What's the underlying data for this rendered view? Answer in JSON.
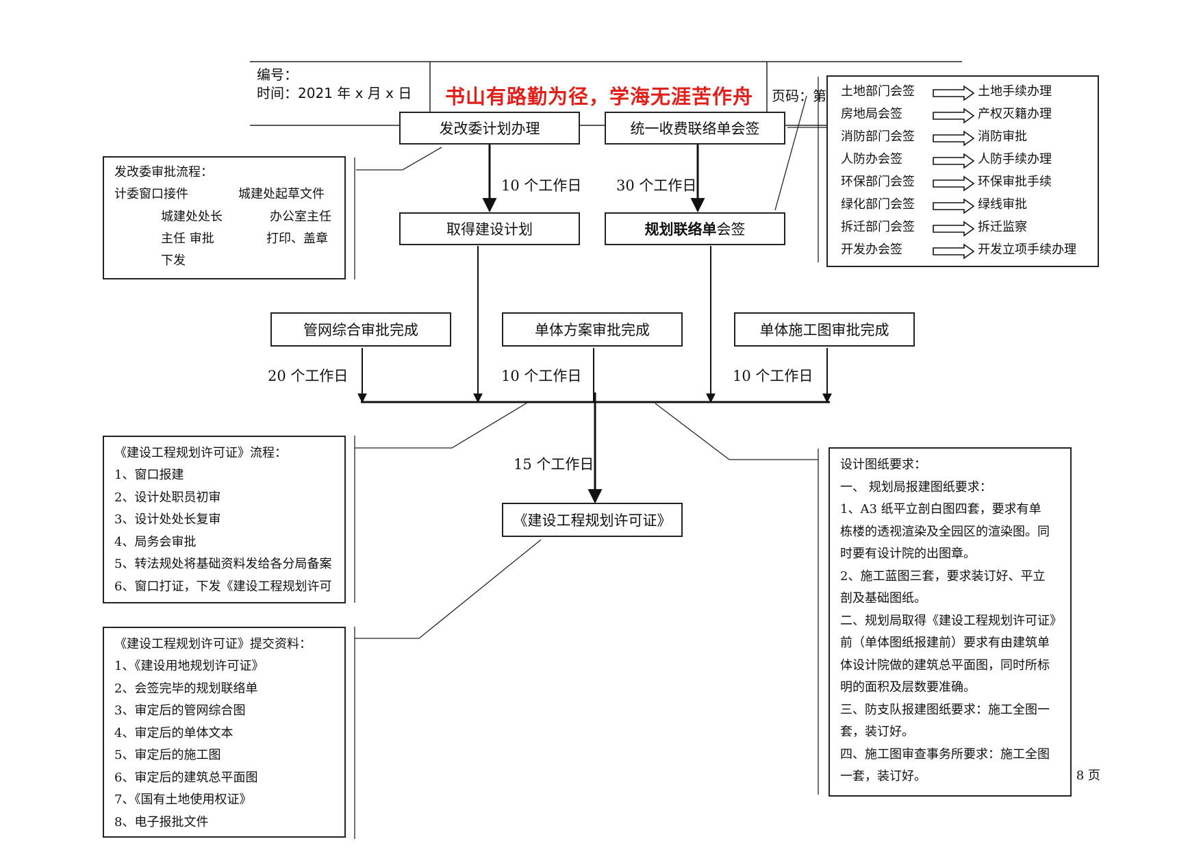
{
  "header": {
    "code_label": "编号：",
    "time_label": "时间：2021 年 x 月 x 日",
    "motto": "书山有路勤为径，学海无涯苦作舟",
    "page_label": "页码：第",
    "page_footer": "第 8 页"
  },
  "nodes": {
    "fgw_plan": "发改委计划办理",
    "fee_sign": "统一收费联络单会签",
    "get_plan": "取得建设计划",
    "plan_sheet_bold": "规划联络单",
    "plan_sheet_rest": "会签",
    "pipe_done": "管网综合审批完成",
    "scheme_done": "单体方案审批完成",
    "construct_done": "单体施工图审批完成",
    "license": "《建设工程规划许可证》"
  },
  "durations": {
    "d10_left": "10 个工作日",
    "d30": "30 个工作日",
    "d20": "20 个工作日",
    "d10_mid": "10 个工作日",
    "d10_right": "10 个工作日",
    "d15": "15 个工作日"
  },
  "fgw_panel": {
    "title": "发改委审批流程：",
    "line1_a": "计委窗口接件",
    "line1_b": "城建处起草文件",
    "line2_a": "城建处处长",
    "line2_b": "办公室主任",
    "line3_a": "主任  审批",
    "line3_b": "打印、盖章",
    "line4_a": "下发"
  },
  "license_flow": {
    "title": "《建设工程规划许可证》流程：",
    "items": [
      "1、窗口报建",
      "2、设计处职员初审",
      "3、设计处处长复审",
      "4、局务会审批",
      "5、转法规处将基础资料发给各分局备案",
      "6、窗口打证，下发《建设工程规划许可"
    ]
  },
  "submit_docs": {
    "title": "《建设工程规划许可证》提交资料：",
    "items": [
      "1、《建设用地规划许可证》",
      "2、会签完毕的规划联络单",
      "3、审定后的管网综合图",
      "4、审定后的单体文本",
      "5、审定后的施工图",
      "6、审定后的建筑总平面图",
      "7、《国有土地使用权证》",
      "8、电子报批文件"
    ]
  },
  "countersign": {
    "rows": [
      {
        "dept": "土地部门会签",
        "result": "土地手续办理"
      },
      {
        "dept": "房地局会签",
        "result": "产权灭籍办理"
      },
      {
        "dept": "消防部门会签",
        "result": "消防审批"
      },
      {
        "dept": "人防办会签",
        "result": "人防手续办理"
      },
      {
        "dept": "环保部门会签",
        "result": "环保审批手续"
      },
      {
        "dept": "绿化部门会签",
        "result": "绿线审批"
      },
      {
        "dept": "拆迁部门会签",
        "result": "拆迁监察"
      },
      {
        "dept": "开发办会签",
        "result": "开发立项手续办理"
      }
    ]
  },
  "design_req": {
    "lines": [
      "设计图纸要求：",
      "一、  规划局报建图纸要求：",
      "   1、A3 纸平立剖白图四套，要求有单",
      "栋楼的透视渲染及全园区的渲染图。同",
      "时要有设计院的出图章。",
      "   2、施工蓝图三套，要求装订好、平立",
      "剖及基础图纸。",
      "二、规划局取得《建设工程规划许可证》",
      "前（单体图纸报建前）要求有由建筑单",
      "体设计院做的建筑总平面图，同时所标",
      "明的面积及层数要准确。",
      "三、防支队报建图纸要求：施工全图一",
      "      套，装订好。",
      "四、施工图审查事务所要求：施工全图",
      "      一套，装订好。"
    ]
  }
}
